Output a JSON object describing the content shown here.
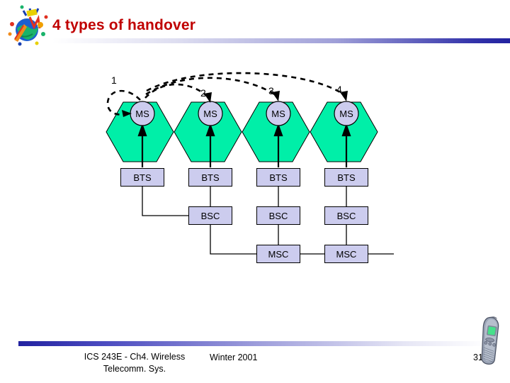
{
  "slide": {
    "title": "4 types of handover",
    "title_color": "#C00000",
    "page_number": "31"
  },
  "footer": {
    "course_line1": "ICS 243E - Ch4. Wireless",
    "course_line2": "Telecomm. Sys.",
    "term": "Winter 2001"
  },
  "diagram": {
    "step_labels": [
      "1",
      "2",
      "3",
      "4"
    ],
    "cell_fill": "#00EFA8",
    "ms_fill": "#CCCCEE",
    "box_fill": "#CCCCEE",
    "columns": [
      {
        "ms": "MS",
        "bts": "BTS",
        "bsc": null,
        "msc": null
      },
      {
        "ms": "MS",
        "bts": "BTS",
        "bsc": "BSC",
        "msc": null
      },
      {
        "ms": "MS",
        "bts": "BTS",
        "bsc": "BSC",
        "msc": "MSC"
      },
      {
        "ms": "MS",
        "bts": "BTS",
        "bsc": "BSC",
        "msc": "MSC"
      }
    ]
  }
}
